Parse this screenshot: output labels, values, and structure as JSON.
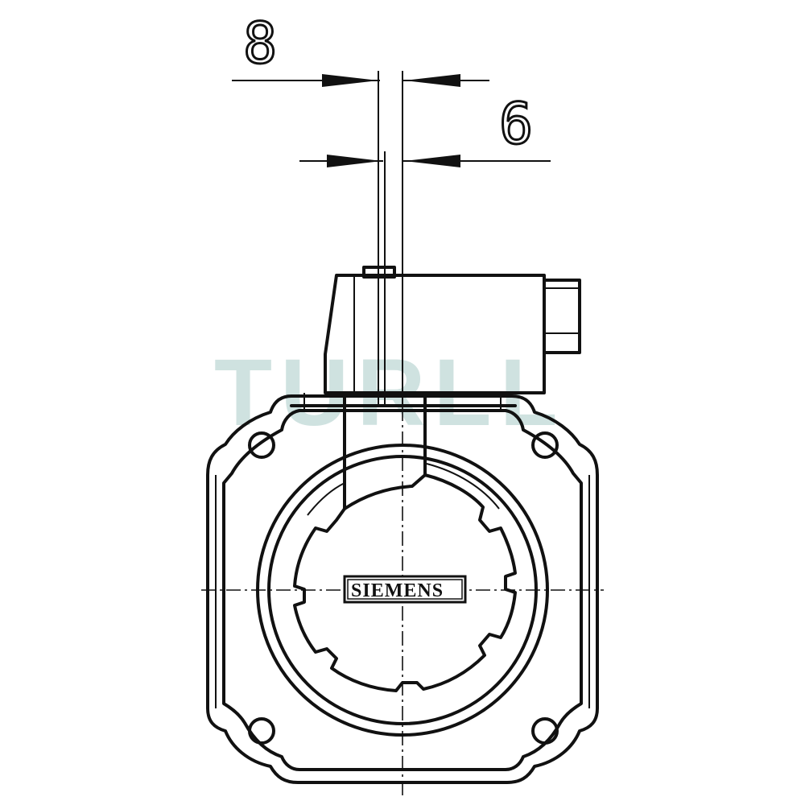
{
  "dimensions": {
    "top": "8",
    "bottom": "6"
  },
  "watermark": "TURLL",
  "nameplate": "SIEMENS"
}
